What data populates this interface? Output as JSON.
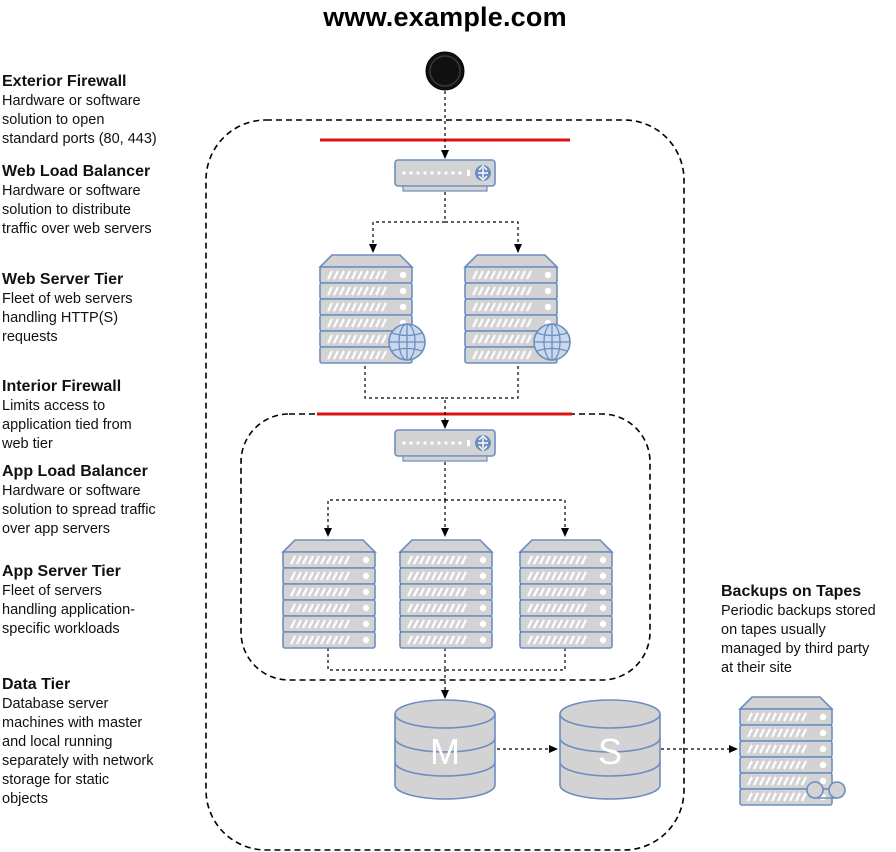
{
  "title": "www.example.com",
  "labels": {
    "exterior_firewall": {
      "head": "Exterior Firewall",
      "lines": [
        "Hardware or software",
        "solution to open",
        "standard ports (80, 443)"
      ]
    },
    "web_load_balancer": {
      "head": "Web Load Balancer",
      "lines": [
        "Hardware or software",
        "solution to distribute",
        "traffic over web servers"
      ]
    },
    "web_server_tier": {
      "head": "Web Server Tier",
      "lines": [
        "Fleet of web servers",
        "handling HTTP(S)",
        "requests"
      ]
    },
    "interior_firewall": {
      "head": "Interior Firewall",
      "lines": [
        "Limits access to",
        "application tied from",
        "web tier"
      ]
    },
    "app_load_balancer": {
      "head": "App Load Balancer",
      "lines": [
        "Hardware or software",
        "solution to spread traffic",
        "over app servers"
      ]
    },
    "app_server_tier": {
      "head": "App Server Tier",
      "lines": [
        "Fleet of servers",
        "handling application-",
        "specific workloads"
      ]
    },
    "data_tier": {
      "head": "Data Tier",
      "lines": [
        "Database server",
        "machines with master",
        "and local running",
        "separately with network",
        "storage for static",
        "objects"
      ]
    },
    "backups": {
      "head": "Backups on Tapes",
      "lines": [
        "Periodic backups stored",
        "on tapes usually",
        "managed by third party",
        "at their site"
      ]
    }
  },
  "db_master_letter": "M",
  "db_slave_letter": "S",
  "colors": {
    "firewall": "#dd1111",
    "device_fill": "#d3d3d3",
    "device_stroke": "#6c8ebf",
    "globe_fill": "#c9d8ec",
    "start_fill": "#111111"
  }
}
